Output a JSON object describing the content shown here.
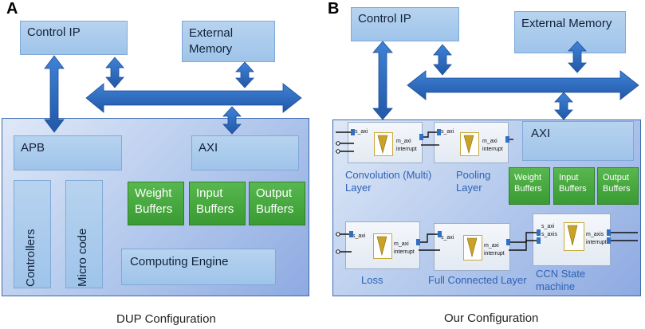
{
  "panel_a": {
    "letter": "A",
    "control_ip": "Control IP",
    "external_memory": "External Memory",
    "apb": "APB",
    "axi": "AXI",
    "controllers": "Controllers",
    "micro_code": "Micro code",
    "weight_buffers": "Weight Buffers",
    "input_buffers": "Input Buffers",
    "output_buffers": "Output Buffers",
    "computing_engine": "Computing Engine",
    "caption": "DUP Configuration"
  },
  "panel_b": {
    "letter": "B",
    "control_ip": "Control IP",
    "external_memory": "External Memory",
    "axi": "AXI",
    "weight_buffers": "Weight Buffers",
    "input_buffers": "Input Buffers",
    "output_buffers": "Output Buffers",
    "conv_layer": "Convolution (Multi) Layer",
    "pooling_layer": "Pooling Layer",
    "loss": "Loss",
    "fc_layer": "Full Connected Layer",
    "ccn_state": "CCN State machine",
    "ip_ports": {
      "s_axi": "s_axi",
      "s_axis": "s_axis",
      "m_axi": "m_axi",
      "m_axis": "m_axis",
      "interrupt": "interrupt"
    },
    "caption": "Our Configuration"
  },
  "colors": {
    "arrow_blue": "#2f6fc4",
    "green": "#44a63c",
    "light_box": "#a9cbec",
    "outer_panel": "#b9cdee"
  }
}
